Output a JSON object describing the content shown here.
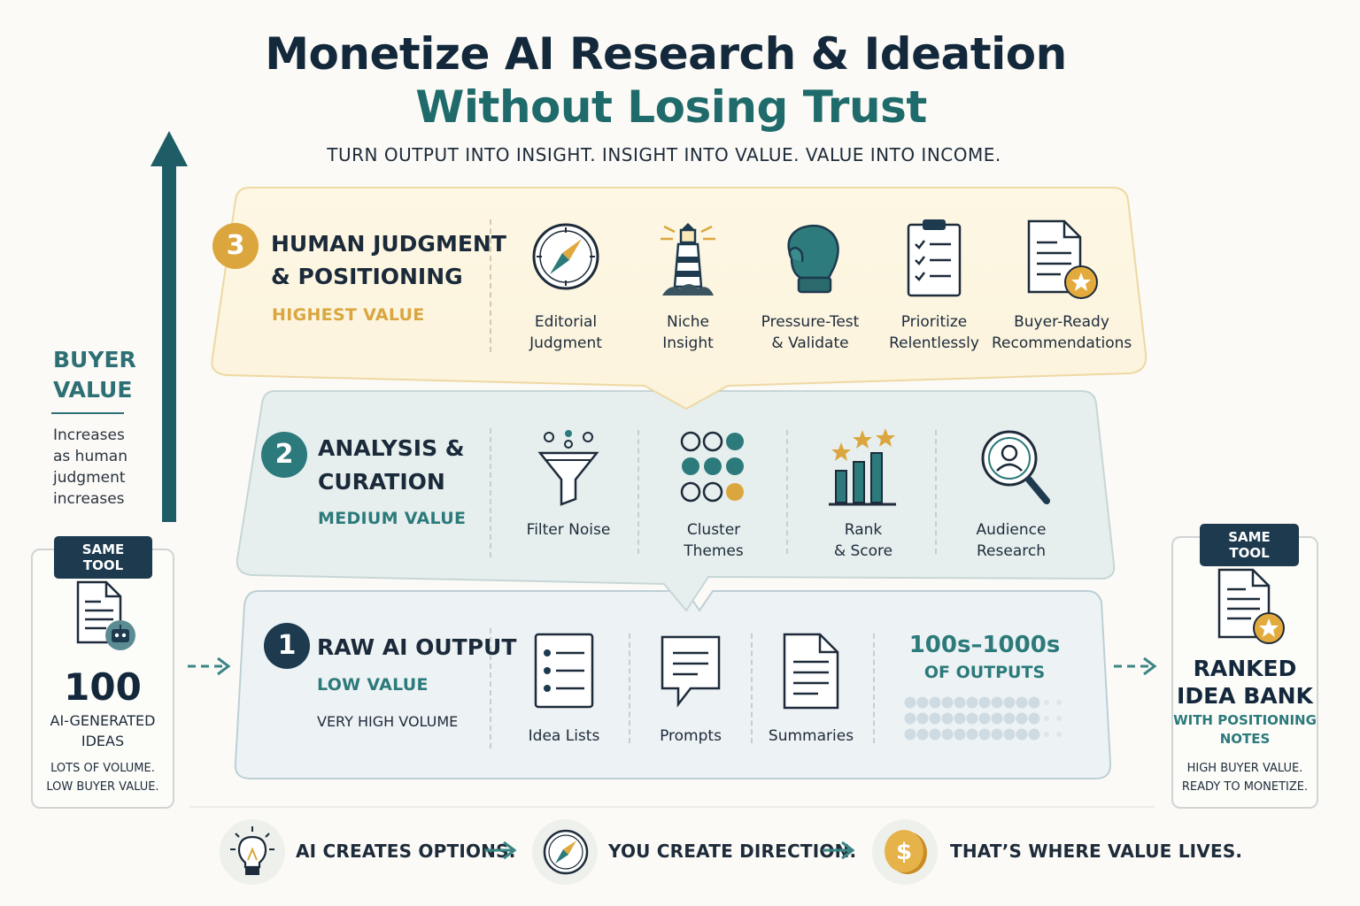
{
  "header": {
    "title_line1": "Monetize AI Research & Ideation",
    "title_line2": "Without Losing Trust",
    "subtitle": "TURN OUTPUT INTO INSIGHT. INSIGHT INTO VALUE. VALUE INTO INCOME."
  },
  "axis": {
    "title_line1": "BUYER",
    "title_line2": "VALUE",
    "desc_lines": [
      "Increases",
      "as human",
      "judgment",
      "increases"
    ]
  },
  "left_card": {
    "tag": "SAME TOOL",
    "count": "100",
    "label_line1": "AI-GENERATED",
    "label_line2": "IDEAS",
    "note_line1": "LOTS OF VOLUME.",
    "note_line2": "LOW BUYER VALUE."
  },
  "right_card": {
    "tag": "SAME TOOL",
    "title_line1": "RANKED",
    "title_line2": "IDEA BANK",
    "sub_line1": "WITH POSITIONING",
    "sub_line2": "NOTES",
    "note_line1": "HIGH BUYER VALUE.",
    "note_line2": "READY TO MONETIZE."
  },
  "tiers": [
    {
      "number": "3",
      "title_line1": "HUMAN JUDGMENT",
      "title_line2": "& POSITIONING",
      "value": "HIGHEST VALUE",
      "items": [
        {
          "icon": "compass-icon",
          "line1": "Editorial",
          "line2": "Judgment"
        },
        {
          "icon": "lighthouse-icon",
          "line1": "Niche",
          "line2": "Insight"
        },
        {
          "icon": "boxing-glove-icon",
          "line1": "Pressure-Test",
          "line2": "& Validate"
        },
        {
          "icon": "checklist-icon",
          "line1": "Prioritize",
          "line2": "Relentlessly"
        },
        {
          "icon": "starred-document-icon",
          "line1": "Buyer-Ready",
          "line2": "Recommendations"
        }
      ]
    },
    {
      "number": "2",
      "title_line1": "ANALYSIS &",
      "title_line2": "CURATION",
      "value": "MEDIUM VALUE",
      "items": [
        {
          "icon": "funnel-icon",
          "line1": "Filter Noise",
          "line2": ""
        },
        {
          "icon": "cluster-dots-icon",
          "line1": "Cluster",
          "line2": "Themes"
        },
        {
          "icon": "bar-chart-stars-icon",
          "line1": "Rank",
          "line2": "& Score"
        },
        {
          "icon": "magnifier-person-icon",
          "line1": "Audience",
          "line2": "Research"
        }
      ]
    },
    {
      "number": "1",
      "title": "RAW AI OUTPUT",
      "value": "LOW VALUE",
      "volume": "VERY HIGH VOLUME",
      "items": [
        {
          "icon": "list-icon",
          "line1": "Idea Lists"
        },
        {
          "icon": "speech-bubble-icon",
          "line1": "Prompts"
        },
        {
          "icon": "document-icon",
          "line1": "Summaries"
        }
      ],
      "outputs_count": "100s–1000s",
      "outputs_label": "OF OUTPUTS"
    }
  ],
  "bottom": [
    {
      "icon": "lightbulb-icon",
      "text": "AI CREATES OPTIONS."
    },
    {
      "icon": "compass-icon",
      "text": "YOU CREATE DIRECTION."
    },
    {
      "icon": "coin-icon",
      "text": "THAT’S WHERE VALUE LIVES."
    }
  ],
  "colors": {
    "navy": "#1d3a4f",
    "teal": "#2c7a7b",
    "gold": "#d9a640",
    "tier3_bg": "#fdf6e2",
    "tier2_bg": "#e8f0ef",
    "tier1_bg": "#edf2f4"
  }
}
